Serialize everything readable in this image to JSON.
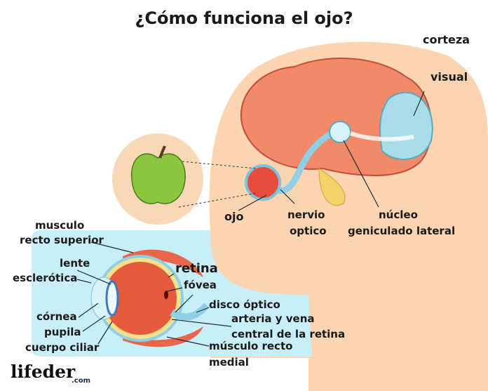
{
  "title": "¿Cómo funciona el ojo?",
  "labels": {
    "corteza1": "corteza",
    "corteza2": "visual",
    "ojo": "ojo",
    "nervio1": "nervio",
    "nervio2": "optico",
    "nucleo1": "núcleo",
    "nucleo2": "geniculado lateral",
    "musculo1": "musculo",
    "musculo2": "recto superior",
    "lente": "lente",
    "esclerotica": "esclerótica",
    "retina": "retina",
    "fovea": "fóvea",
    "disco": "disco óptico",
    "arteria1": "arteria y vena",
    "arteria2": "central de la retina",
    "cornea": "córnea",
    "pupila": "pupila",
    "cuerpo": "cuerpo ciliar",
    "medial1": "músculo recto",
    "medial2": "medial"
  },
  "logo": {
    "name": "lifeder",
    "suffix": ".com"
  },
  "colors": {
    "skin": "#fbd4b2",
    "panel": "#c8eef8",
    "brain": "#f28a6a",
    "cortex": "#a8dce8",
    "apple": "#8cc63f"
  }
}
